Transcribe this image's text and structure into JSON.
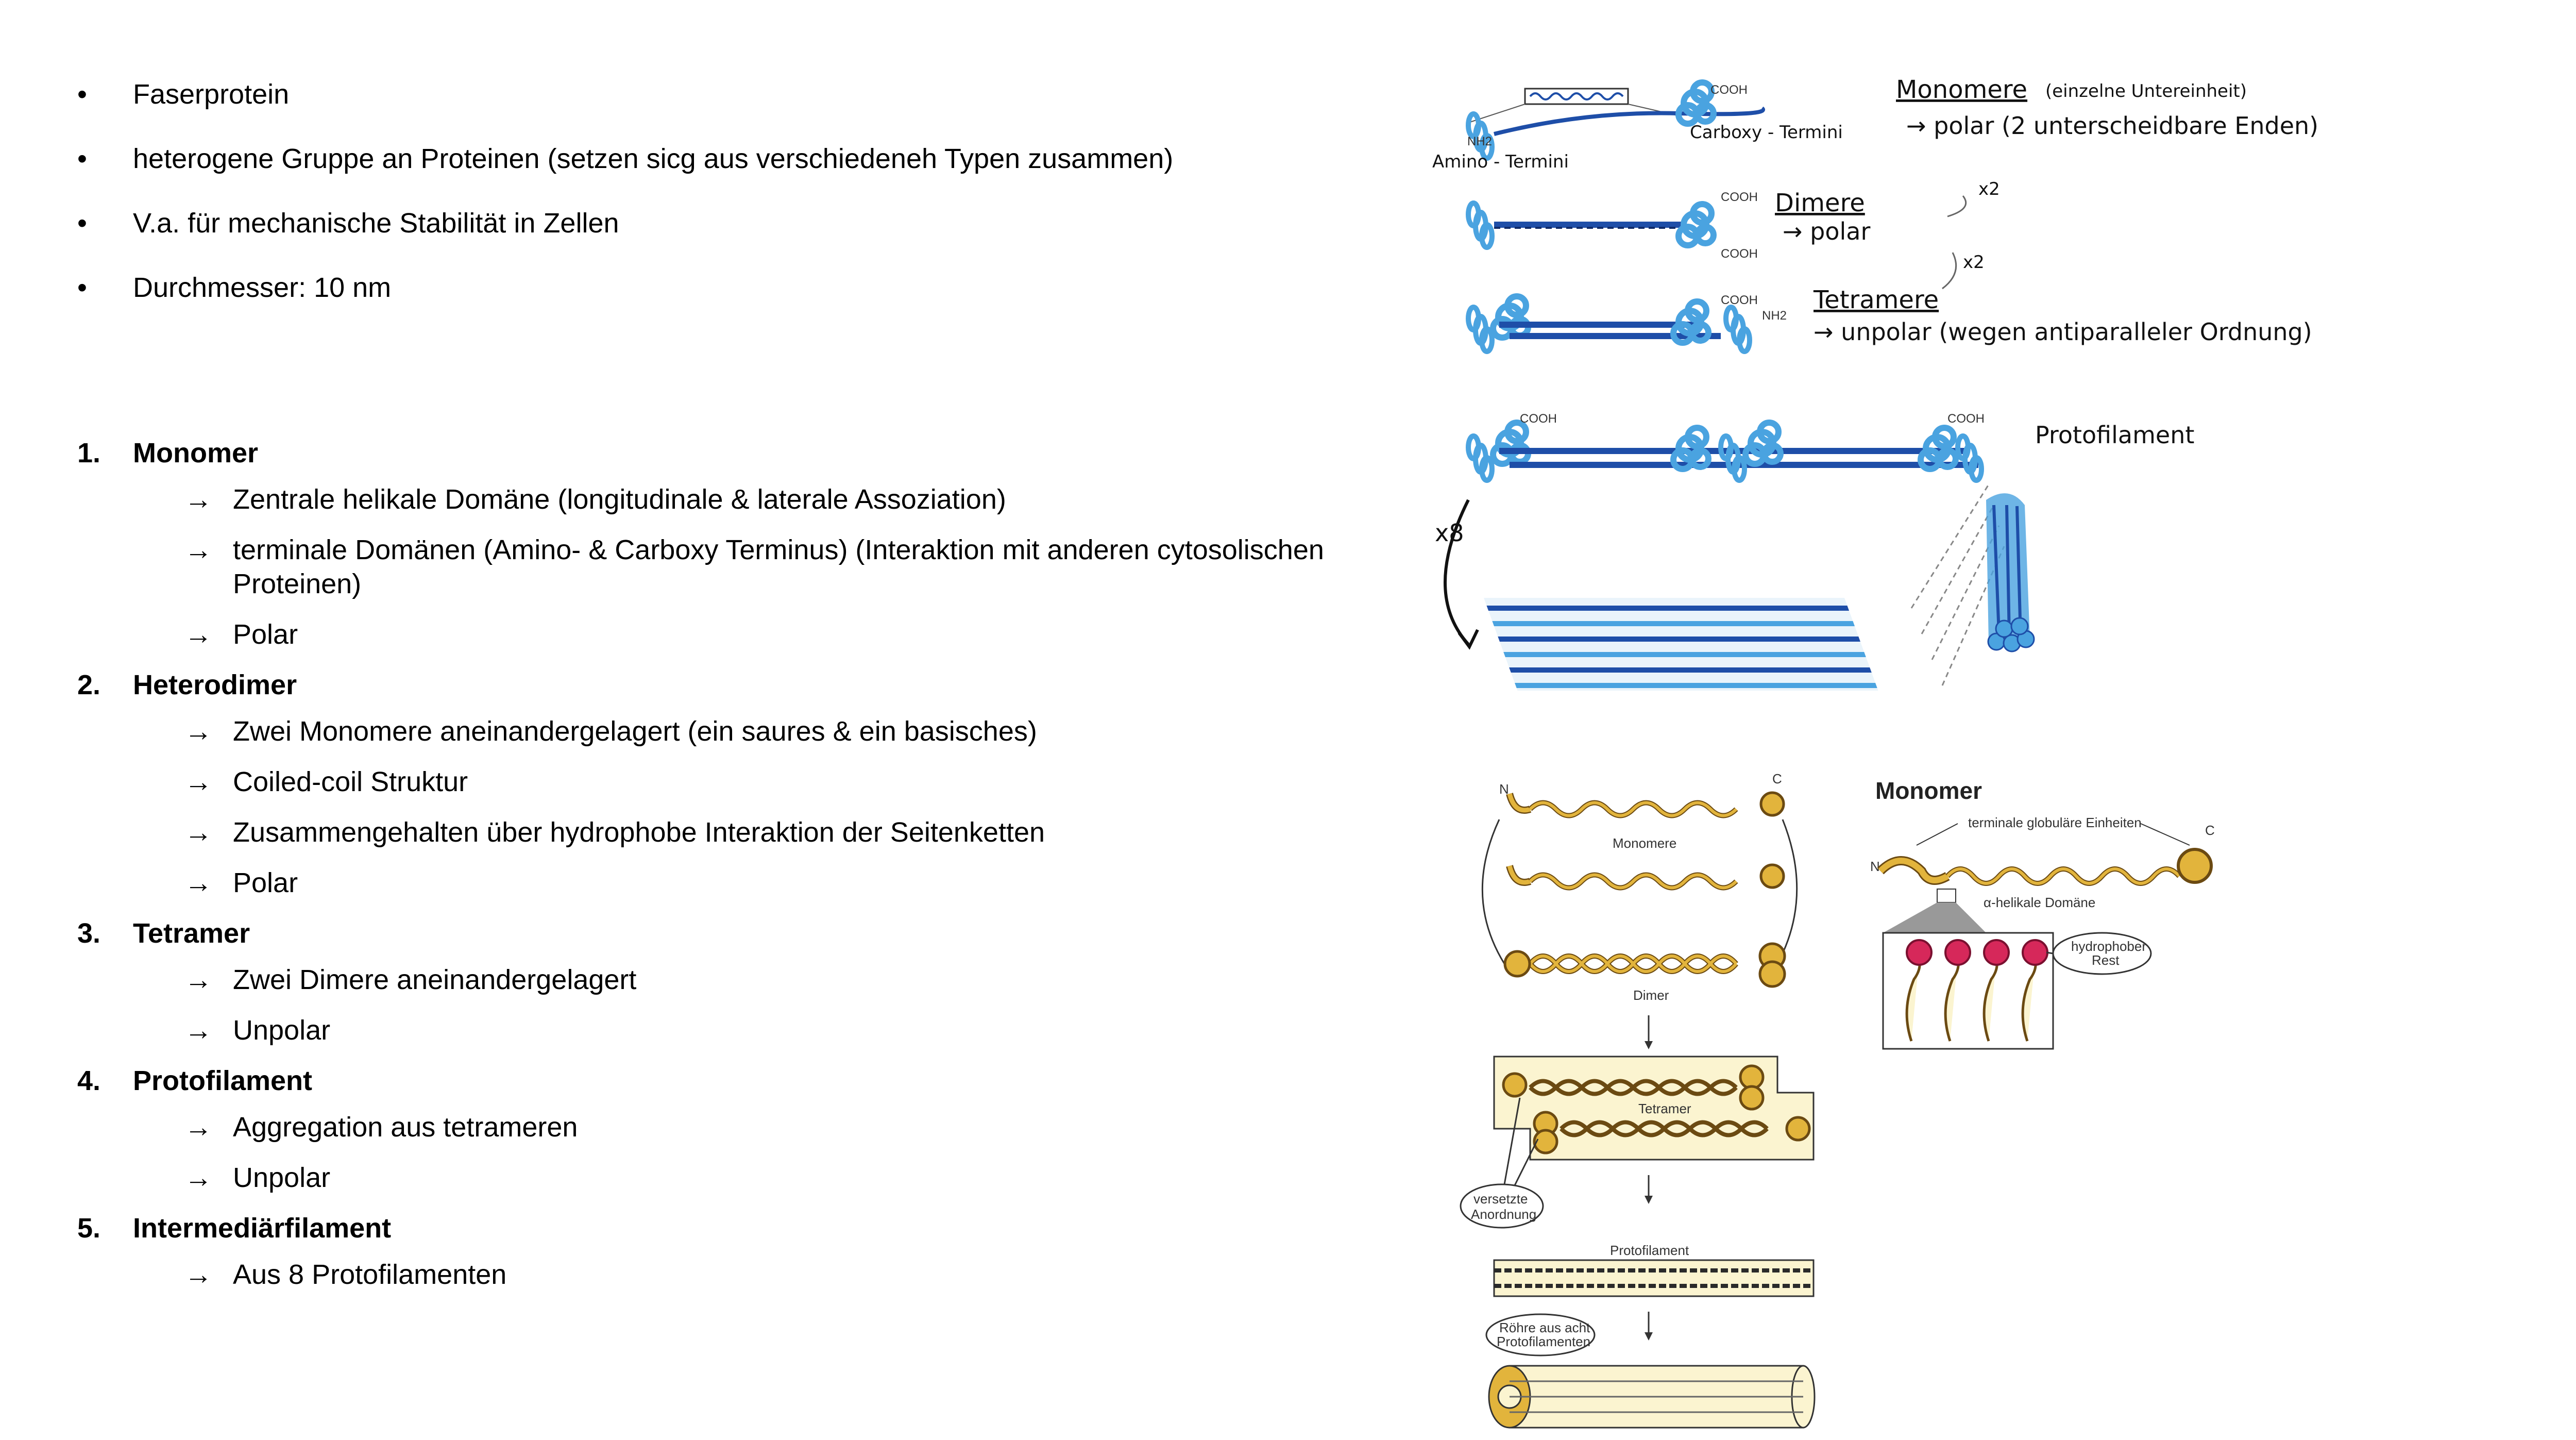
{
  "bullets": [
    "Faserprotein",
    "heterogene Gruppe an Proteinen (setzen sicg aus verschiedeneh Typen zusammen)",
    "V.a. für mechanische Stabilität in Zellen",
    "Durchmesser: 10 nm"
  ],
  "bullet_symbol": "•",
  "arrow_symbol": "→",
  "sections": [
    {
      "number": "1.",
      "title": "Monomer",
      "items": [
        "Zentrale helikale Domäne (longitudinale & laterale Assoziation)",
        "terminale Domänen (Amino- & Carboxy Terminus) (Interaktion mit anderen cytosolischen Proteinen)",
        "Polar"
      ]
    },
    {
      "number": "2.",
      "title": "Heterodimer",
      "items": [
        "Zwei Monomere aneinandergelagert (ein saures & ein basisches)",
        "Coiled-coil Struktur",
        "Zusammengehalten über hydrophobe Interaktion der Seitenketten",
        "Polar"
      ]
    },
    {
      "number": "3.",
      "title": "Tetramer",
      "items": [
        "Zwei Dimere aneinandergelagert",
        "Unpolar"
      ]
    },
    {
      "number": "4.",
      "title": "Protofilament",
      "items": [
        "Aggregation aus tetrameren",
        "Unpolar"
      ]
    },
    {
      "number": "5.",
      "title": "Intermediärfilament",
      "items": [
        "Aus 8 Protofilamenten"
      ]
    }
  ],
  "top_diagram": {
    "amino_label": "Amino - Termini",
    "carboxy_label": "Carboxy - Termini",
    "monomere_title": "Monomere",
    "monomere_note": "(einzelne Untereinheit)",
    "monomere_desc": "→ polar (2 unterscheidbare Enden)",
    "dimere_title": "Dimere",
    "dimere_desc": "→ polar",
    "tetramere_title": "Tetramere",
    "tetramere_desc": "→ unpolar (wegen antiparalleler Ordnung)",
    "protofilament_label": "Protofilament",
    "x2_label": "x2",
    "x8_label": "x8",
    "nh2": "NH2",
    "cooh": "COOH"
  },
  "bottom_diagram": {
    "n": "N",
    "c": "C",
    "monomere": "Monomere",
    "dimer": "Dimer",
    "tetramer": "Tetramer",
    "versetzte_1": "versetzte",
    "versetzte_2": "Anordnung",
    "protofilament": "Protofilament",
    "roehre_1": "Röhre aus acht",
    "roehre_2": "Protofilamenten"
  },
  "monomer_diagram": {
    "title": "Monomer",
    "terminal_label": "terminale globuläre Einheiten",
    "helical_label": "α-helikale Domäne",
    "hydrophob_1": "hydrophober",
    "hydrophob_2": "Rest",
    "n": "N",
    "c": "C"
  },
  "colors": {
    "blue_dark": "#1e4ea8",
    "blue_light": "#4aa3e0",
    "gold": "#e2b43c",
    "gold_dark": "#6b4a12",
    "cream": "#fbf4d0",
    "red": "#d6285a"
  }
}
